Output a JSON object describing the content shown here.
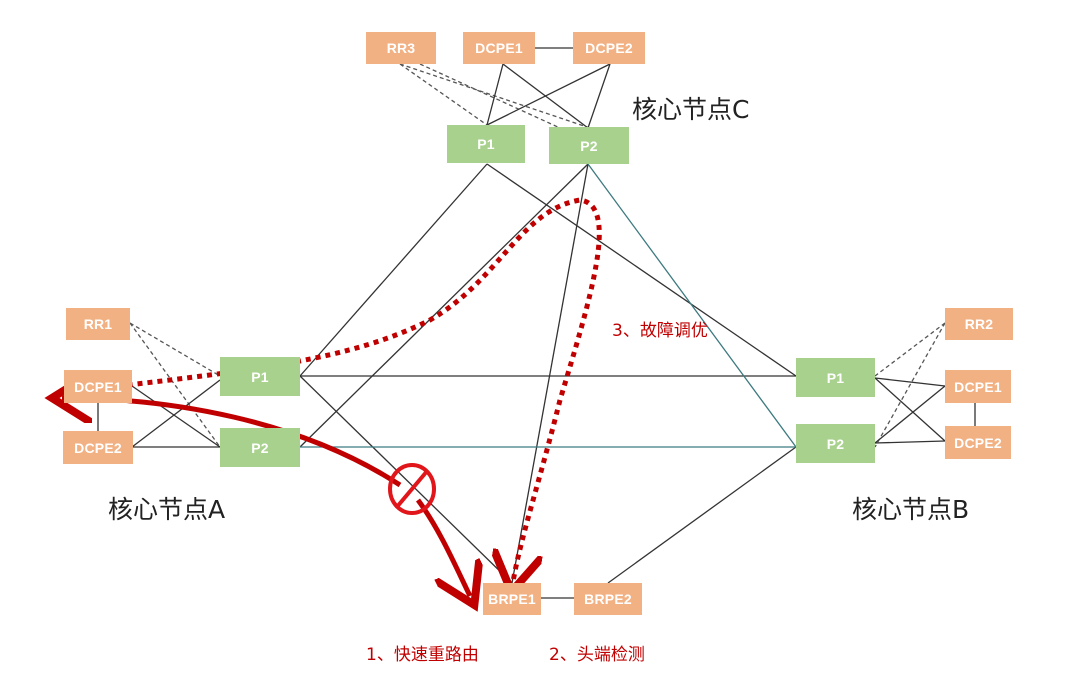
{
  "colors": {
    "pe_box": "#f2b183",
    "p_box": "#a9d18e",
    "link_solid": "#333333",
    "link_teal": "#3c7a80",
    "link_dashed": "#555555",
    "annotation_red": "#c00000"
  },
  "sites": {
    "site_c": {
      "label": "核心节点C",
      "rr": "RR3",
      "dcpe1": "DCPE1",
      "dcpe2": "DCPE2",
      "p1": "P1",
      "p2": "P2"
    },
    "site_a": {
      "label": "核心节点A",
      "rr": "RR1",
      "dcpe1": "DCPE1",
      "dcpe2": "DCPE2",
      "p1": "P1",
      "p2": "P2"
    },
    "site_b": {
      "label": "核心节点B",
      "rr": "RR2",
      "dcpe1": "DCPE1",
      "dcpe2": "DCPE2",
      "p1": "P1",
      "p2": "P2"
    }
  },
  "border": {
    "brpe1": "BRPE1",
    "brpe2": "BRPE2"
  },
  "annotations": {
    "fast_reroute": "1、快速重路由",
    "head_end_detection": "2、头端检测",
    "fault_tuning": "3、故障调优"
  }
}
